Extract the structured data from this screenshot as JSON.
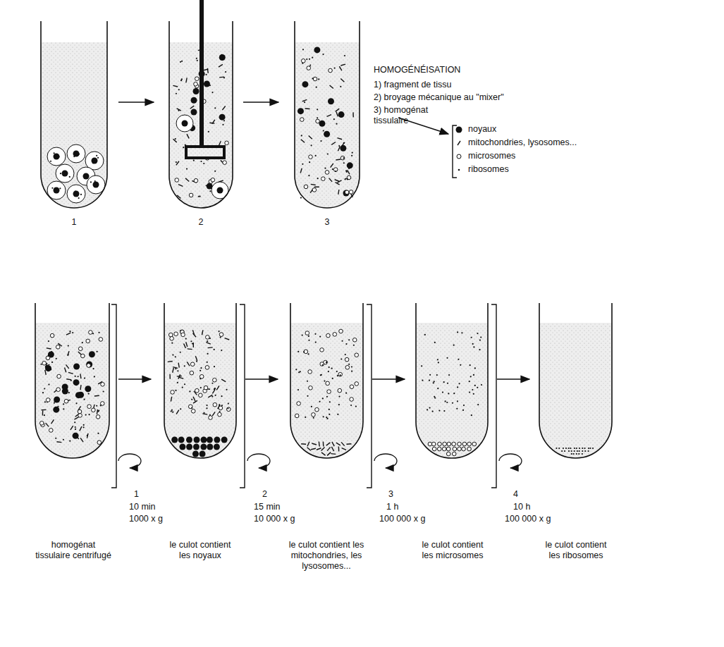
{
  "diagram": {
    "title": "HOMOGÉNÉISATION",
    "labels": [
      "1",
      "2",
      "3",
      "1) fragment de tissu",
      "2) broyage mécanique au \"mixer\"",
      "3) homogénat tissulaire",
      "1",
      "10 min",
      "1000 x g",
      "2",
      "15 min",
      "10 000 x g",
      "3",
      "1 h",
      "100 000 x g",
      "4",
      "10 h",
      "100 000 x g",
      "homogénat tissulaire centrifugé",
      "le culot contient les noyaux",
      "le culot contient les mitochondries, les lysosomes...",
      "le culot contient les microsomes",
      "le culot contient les ribosomes"
    ],
    "legend": [
      {
        "text": "noyaux"
      },
      {
        "text": "mitochondries, lysosomes..."
      },
      {
        "text": "microsomes"
      },
      {
        "text": "ribosomes"
      }
    ]
  }
}
